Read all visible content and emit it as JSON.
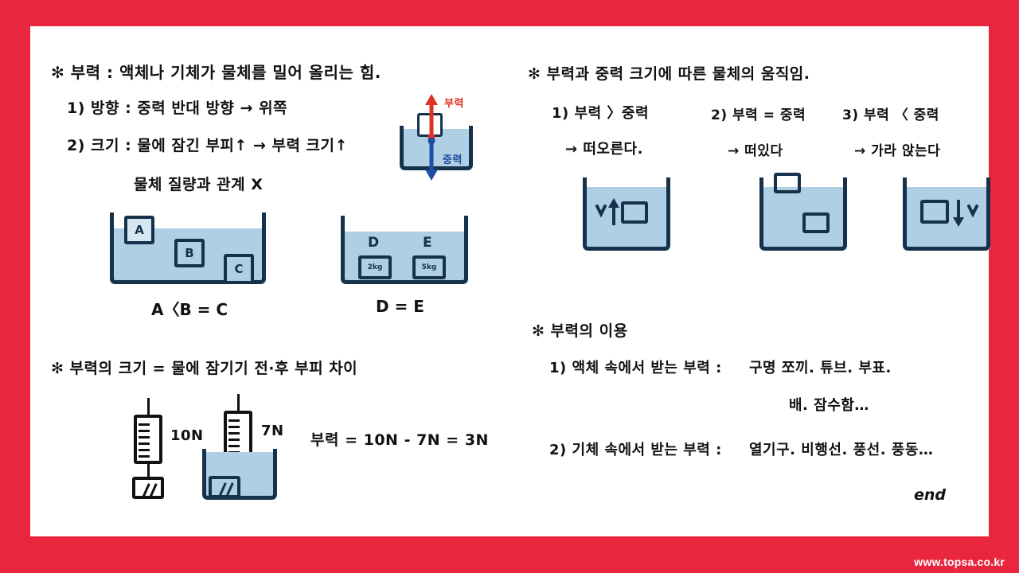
{
  "page": {
    "border_color": "#E8273F",
    "paper_color": "#FFFFFF",
    "water_color": "#AFCFE5",
    "ink_color": "#16314B",
    "footer_url": "www.topsa.co.kr",
    "end_mark": "end"
  },
  "left_column": {
    "heading": "✻ 부력 : 액체나 기체가  물체를  밀어  올리는  힘.",
    "items": [
      "1) 방향 : 중력  반대  방향 → 위쪽",
      "2) 크기 : 물에  잠긴  부피↑ → 부력 크기↑"
    ],
    "note": "물체 질량과  관계 X",
    "force_diagram": {
      "buoyancy_label": "부력",
      "buoyancy_color": "#E03127",
      "gravity_label": "중력",
      "gravity_color": "#1F4DA1"
    },
    "beaker_abc": {
      "blocks": [
        "A",
        "B",
        "C"
      ],
      "caption": "A〈B = C"
    },
    "beaker_de": {
      "blocks": [
        "D",
        "E"
      ],
      "weights": [
        "2kg",
        "5kg"
      ],
      "caption": "D = E"
    },
    "heading2": "✻ 부력의  크기 = 물에  잠기기  전·후  부피 차이",
    "scale_air_value": "10N",
    "scale_water_value": "7N",
    "equation": "부력 = 10N - 7N = 3N"
  },
  "right_column": {
    "heading": "✻ 부력과  중력  크기에  따른  물체의  움직임.",
    "cases": [
      {
        "condition": "1) 부력 〉중력",
        "result": "→ 떠오른다."
      },
      {
        "condition": "2) 부력 = 중력",
        "result": "→ 떠있다"
      },
      {
        "condition": "3) 부력 〈 중력",
        "result": "→ 가라 앉는다"
      }
    ],
    "usage_heading": "✻ 부력의  이용",
    "usage": [
      {
        "label": "1) 액체  속에서  받는  부력 :",
        "examples_line1": "구명 쪼끼. 튜브. 부표.",
        "examples_line2": "배. 잠수함…"
      },
      {
        "label": "2) 기체  속에서  받는  부력 :",
        "examples_line1": "열기구. 비행선. 풍선. 풍동…",
        "examples_line2": ""
      }
    ]
  }
}
